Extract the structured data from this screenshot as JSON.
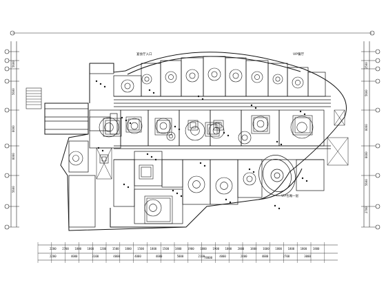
{
  "drawing": {
    "room_labels": {
      "north_left": "宴会厅入口",
      "north_right": "VIP餐厅",
      "south_oval": "VIP包厢一层"
    },
    "bottom_dims_row1": [
      "2200",
      "2700",
      "1800",
      "1800",
      "1200",
      "1500",
      "1800",
      "1500",
      "1800",
      "1500",
      "1800",
      "1900",
      "1800",
      "1900",
      "1800",
      "2000",
      "1800",
      "1600",
      "1800",
      "1800",
      "1800",
      "1800"
    ],
    "bottom_dims_row2": [
      "2200",
      "4000",
      "3100",
      "4000",
      "4000",
      "4000",
      "5000",
      "2100",
      "4000",
      "2400",
      "4000",
      "2700",
      "3000"
    ],
    "bottom_total": "78000",
    "left_dims": [
      "5600",
      "5600",
      "8000",
      "8000",
      "5600"
    ],
    "right_dims": [
      "2500",
      "5600",
      "8000",
      "8000",
      "5600",
      "2700"
    ]
  }
}
